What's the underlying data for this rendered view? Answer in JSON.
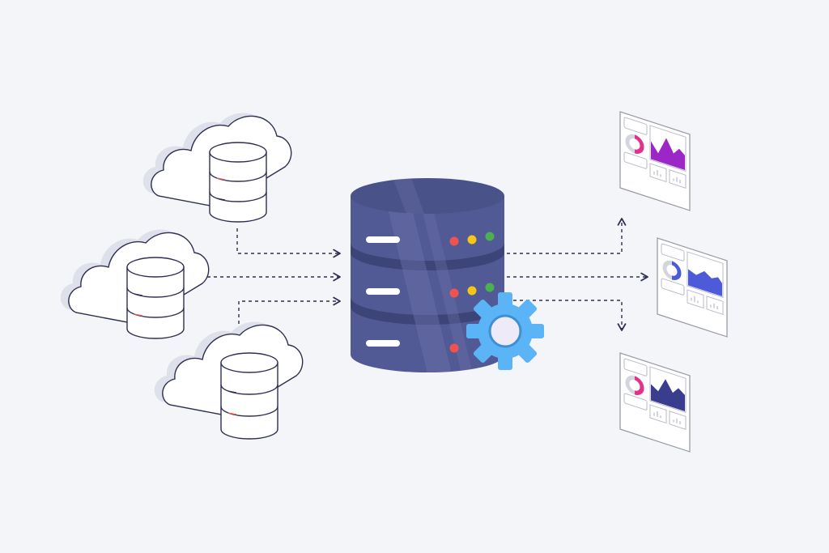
{
  "colors": {
    "background": "#f4f5f8",
    "outline": "#2e2f52",
    "cloud_fill": "#ffffff",
    "cloud_shadow": "#dfe1ea",
    "server_body": "#525a95",
    "server_top": "#4a528a",
    "server_dark": "#3d4478",
    "server_gap": "#333a6b",
    "server_highlight": "#6c73a8",
    "slot": "#ffffff",
    "led_red": "#ef5350",
    "led_yellow": "#f5c518",
    "led_green": "#4caf50",
    "gear": "#5ab4f5",
    "gear_dark": "#3f8fd1",
    "gear_center": "#eeeaf7",
    "arrow": "#2e2f52",
    "dashboard_border": "#9a9ca8",
    "dashboard_fill": "#ffffff",
    "chart_purple": "#9b27c6",
    "chart_blue": "#4d5bd8",
    "chart_navy": "#3a3d8e",
    "donut_pink": "#e0338c",
    "donut_grey": "#d4d6de",
    "cell_border": "#b9bbc6"
  },
  "diagram": {
    "sources": [
      {
        "name": "cloud-database-top"
      },
      {
        "name": "cloud-database-middle"
      },
      {
        "name": "cloud-database-bottom"
      }
    ],
    "hub": {
      "name": "central-database-server"
    },
    "outputs": [
      {
        "name": "dashboard-top",
        "chart": "purple"
      },
      {
        "name": "dashboard-middle",
        "chart": "blue"
      },
      {
        "name": "dashboard-bottom",
        "chart": "navy"
      }
    ]
  }
}
